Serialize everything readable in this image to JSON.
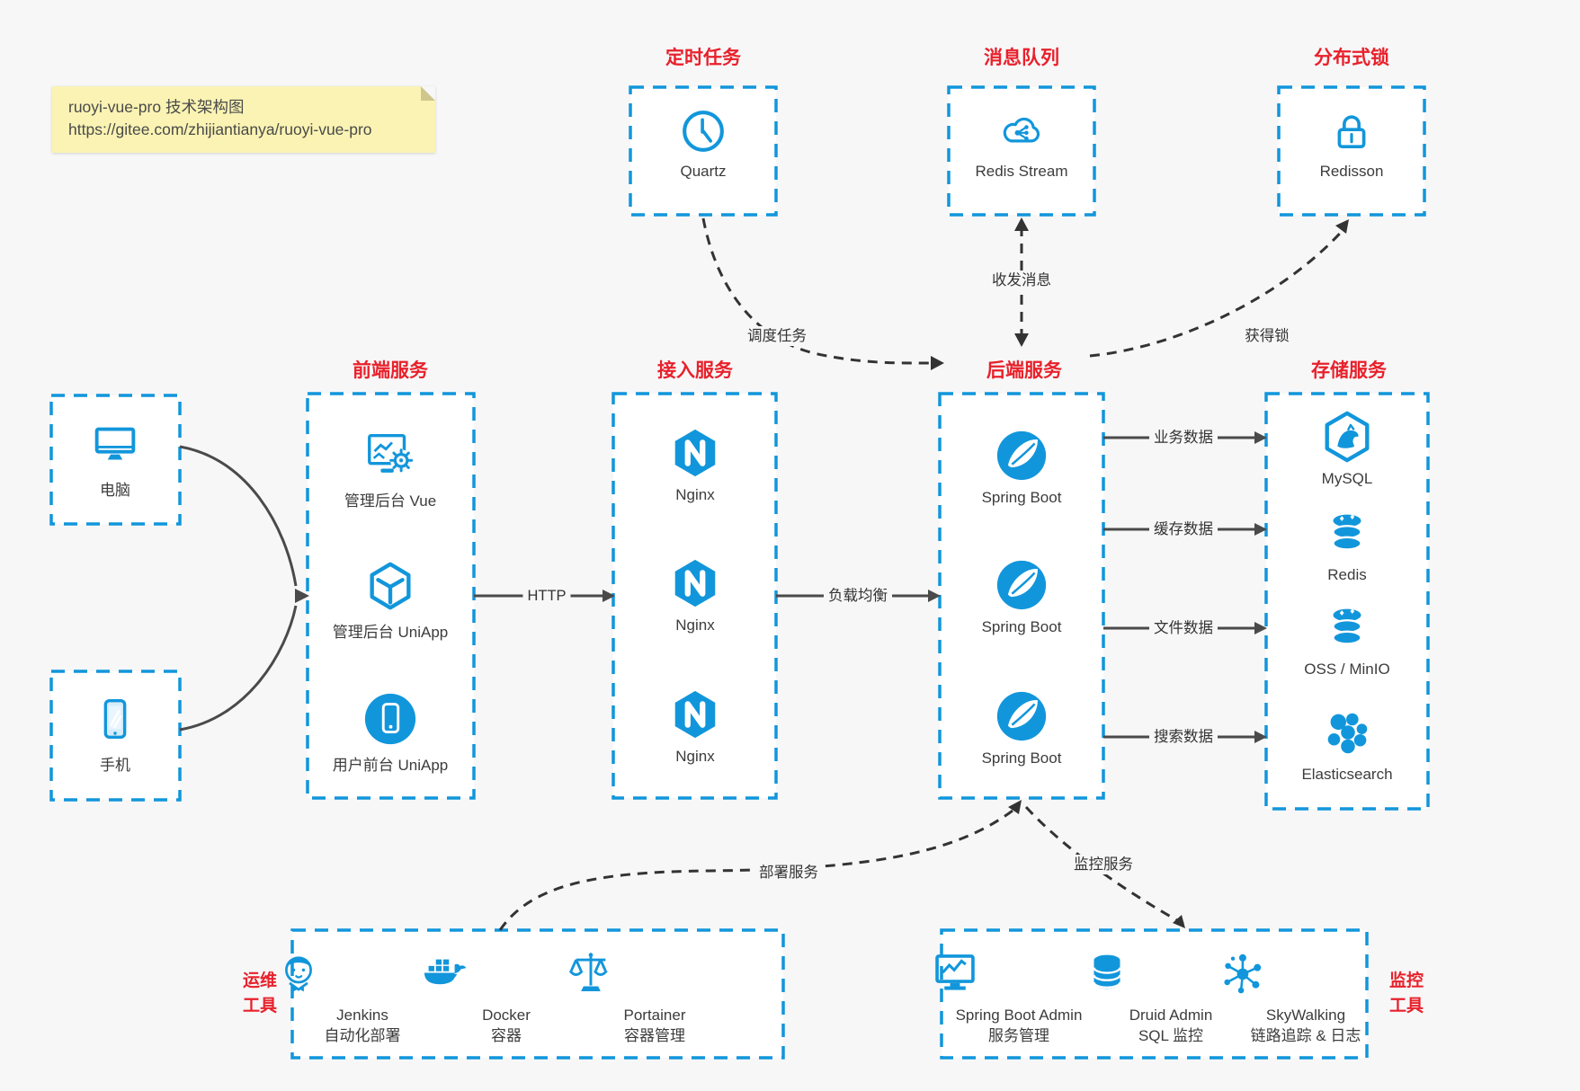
{
  "note": {
    "line1": "ruoyi-vue-pro 技术架构图",
    "line2": "https://gitee.com/zhijiantianya/ruoyi-vue-pro"
  },
  "colors": {
    "accent_blue": "#1296db",
    "title_red": "#e8212b",
    "note_bg": "#faf3b3",
    "solid_arrow": "#4a4a4a",
    "dashed_arrow": "#333333"
  },
  "top_services": [
    {
      "title": "定时任务",
      "name": "Quartz",
      "icon": "clock-icon"
    },
    {
      "title": "消息队列",
      "name": "Redis Stream",
      "icon": "cloud-network-icon"
    },
    {
      "title": "分布式锁",
      "name": "Redisson",
      "icon": "lock-icon"
    }
  ],
  "clients": [
    {
      "label": "电脑",
      "icon": "desktop-icon"
    },
    {
      "label": "手机",
      "icon": "phone-icon"
    }
  ],
  "columns": [
    {
      "title": "前端服务",
      "items": [
        {
          "label": "管理后台 Vue",
          "icon": "admin-vue-icon"
        },
        {
          "label": "管理后台 UniApp",
          "icon": "uniapp-cube-icon"
        },
        {
          "label": "用户前台 UniApp",
          "icon": "user-app-icon"
        }
      ]
    },
    {
      "title": "接入服务",
      "items": [
        {
          "label": "Nginx",
          "icon": "nginx-icon"
        },
        {
          "label": "Nginx",
          "icon": "nginx-icon"
        },
        {
          "label": "Nginx",
          "icon": "nginx-icon"
        }
      ]
    },
    {
      "title": "后端服务",
      "items": [
        {
          "label": "Spring Boot",
          "icon": "spring-boot-icon"
        },
        {
          "label": "Spring Boot",
          "icon": "spring-boot-icon"
        },
        {
          "label": "Spring Boot",
          "icon": "spring-boot-icon"
        }
      ]
    },
    {
      "title": "存储服务",
      "items": [
        {
          "label": "MySQL",
          "icon": "mysql-icon"
        },
        {
          "label": "Redis",
          "icon": "redis-stack-icon"
        },
        {
          "label": "OSS / MinIO",
          "icon": "redis-stack-icon"
        },
        {
          "label": "Elasticsearch",
          "icon": "elasticsearch-icon"
        }
      ]
    }
  ],
  "edges": {
    "http": "HTTP",
    "load_balance": "负载均衡",
    "business_data": "业务数据",
    "cache_data": "缓存数据",
    "file_data": "文件数据",
    "search_data": "搜索数据",
    "schedule": "调度任务",
    "messaging": "收发消息",
    "acquire_lock": "获得锁",
    "deploy": "部署服务",
    "monitor": "监控服务"
  },
  "ops_tools": {
    "label_line1": "运维",
    "label_line2": "工具",
    "items": [
      {
        "name": "Jenkins",
        "desc": "自动化部署",
        "icon": "jenkins-icon"
      },
      {
        "name": "Docker",
        "desc": "容器",
        "icon": "docker-whale-icon"
      },
      {
        "name": "Portainer",
        "desc": "容器管理",
        "icon": "scales-icon"
      }
    ]
  },
  "monitor_tools": {
    "label_line1": "监控",
    "label_line2": "工具",
    "items": [
      {
        "name": "Spring Boot Admin",
        "desc": "服务管理",
        "icon": "admin-monitor-icon"
      },
      {
        "name": "Druid Admin",
        "desc": "SQL 监控",
        "icon": "database-icon"
      },
      {
        "name": "SkyWalking",
        "desc": "链路追踪 & 日志",
        "icon": "network-hub-icon"
      }
    ]
  }
}
